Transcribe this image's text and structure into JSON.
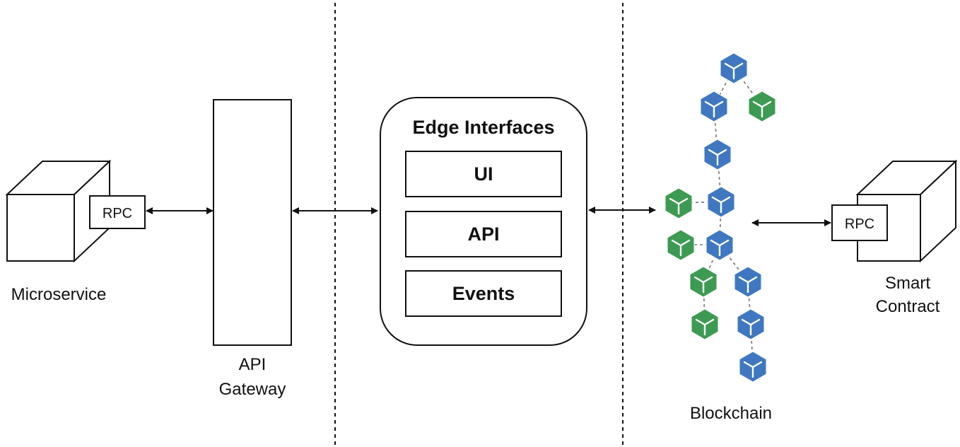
{
  "diagram": {
    "microservice": {
      "label": "Microservice",
      "port_label": "RPC"
    },
    "api_gateway": {
      "label_line1": "API",
      "label_line2": "Gateway"
    },
    "edge_interfaces": {
      "title": "Edge Interfaces",
      "items": [
        "UI",
        "API",
        "Events"
      ]
    },
    "blockchain": {
      "label": "Blockchain",
      "colors": {
        "main": "#3f78c0",
        "side": "#3d9a52"
      }
    },
    "smart_contract": {
      "label_line1": "Smart",
      "label_line2": "Contract",
      "port_label": "RPC"
    }
  }
}
